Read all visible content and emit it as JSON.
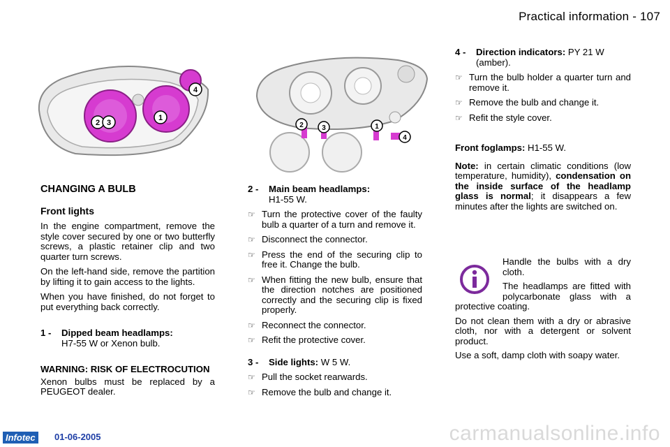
{
  "header": {
    "title": "Practical information - 107"
  },
  "col1": {
    "heading": "CHANGING A BULB",
    "subheading": "Front lights",
    "paras": [
      "In the engine compartment, remove the style cover secured by one or two butterfly screws, a plastic retainer clip and two quarter turn screws.",
      "On the left-hand side, remove the partition by lifting it to gain access to the lights.",
      "When you have finished, do not forget to put everything back correctly."
    ],
    "item1": {
      "num": "1 -",
      "title": "Dipped beam headlamps:",
      "value": "H7-55 W or Xenon bulb."
    },
    "warning_title": "WARNING: RISK OF ELECTROCUTION",
    "warning_text": "Xenon bulbs must be replaced by a PEUGEOT dealer."
  },
  "col2": {
    "item2": {
      "num": "2 -",
      "title": "Main beam headlamps:",
      "value": "H1-55 W."
    },
    "bullets2": [
      "Turn the protective cover of the faulty bulb a quarter of a turn and remove it.",
      "Disconnect the connector.",
      "Press the end of the securing clip to free it. Change the bulb.",
      "When fitting the new bulb, ensure that the direction notches are positioned correctly and the securing clip is fixed properly.",
      "Reconnect the connector.",
      "Refit the protective cover."
    ],
    "item3": {
      "num": "3 -",
      "title": "Side lights:",
      "value": "W 5 W."
    },
    "bullets3": [
      "Pull the socket rearwards.",
      "Remove the bulb and change it."
    ]
  },
  "col3": {
    "item4": {
      "num": "4 -",
      "title": "Direction indicators:",
      "value": "PY 21 W (amber)."
    },
    "bullets4": [
      "Turn the bulb holder a quarter turn and remove it.",
      "Remove the bulb and change it.",
      "Refit the style cover."
    ],
    "foglamps_label": "Front foglamps:",
    "foglamps_value": "H1-55 W.",
    "note_label": "Note:",
    "note_text1": "in certain climatic conditions (low temperature, humidity),",
    "note_bold": "condensation on the inside surface of the headlamp glass is normal",
    "note_text2": "; it disappears a few minutes after the lights are switched on."
  },
  "infobox": {
    "p1": "Handle the bulbs with a dry cloth.",
    "p2": "The headlamps are fitted with polycarbonate glass with a protective coating.",
    "p3": "Do not clean them with a dry or abrasive cloth, nor with a detergent or solvent product.",
    "p4": "Use a soft, damp cloth with soapy water."
  },
  "figure1": {
    "labels": [
      "1",
      "2",
      "3",
      "4"
    ]
  },
  "figure2": {
    "labels": [
      "1",
      "2",
      "3",
      "4"
    ]
  },
  "bullet_symbol": "☞",
  "footer": {
    "badge": "Infotec",
    "date": "01-06-2005",
    "watermark": "carmanualsonline.info"
  },
  "colors": {
    "highlight": "#d63bd0",
    "badge": "#1f5fb4",
    "info_icon": "#7c2a9c"
  }
}
